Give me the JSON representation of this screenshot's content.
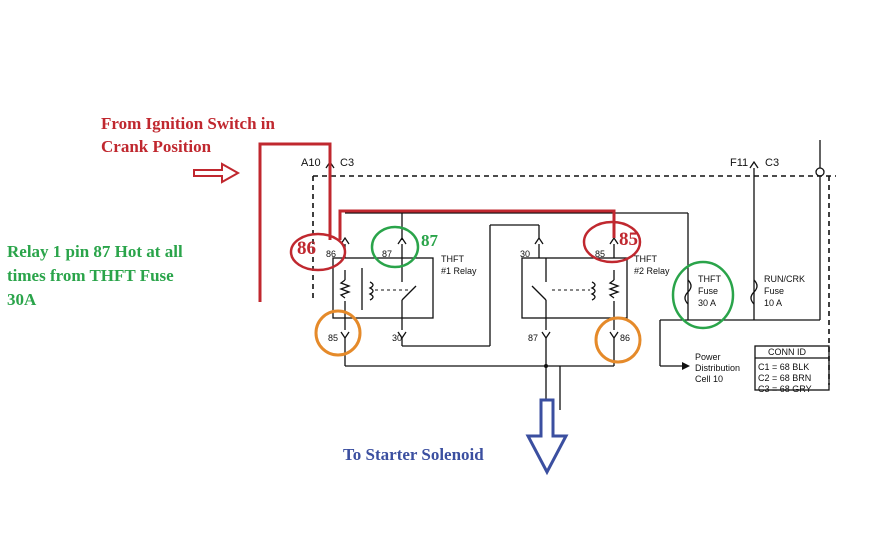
{
  "annotations": {
    "from_ignition_line1": "From Ignition Switch in",
    "from_ignition_line2": "Crank Position",
    "relay1_note_line1": "Relay 1 pin 87 Hot at all",
    "relay1_note_line2": "times from THFT Fuse",
    "relay1_note_line3": "30A",
    "to_starter": "To Starter Solenoid",
    "pin86_callout": "86",
    "pin87_callout": "87",
    "pin85_callout": "85"
  },
  "schematic": {
    "connector_a10": "A10",
    "connector_c3_left": "C3",
    "connector_f11": "F11",
    "connector_c3_right": "C3",
    "relay1_pins": {
      "p86": "86",
      "p87": "87",
      "p85": "85",
      "p30": "30"
    },
    "relay1_label_line1": "THFT",
    "relay1_label_line2": "#1 Relay",
    "relay2_pins": {
      "p30": "30",
      "p85": "85",
      "p87": "87",
      "p86": "86"
    },
    "relay2_label_line1": "THFT",
    "relay2_label_line2": "#2 Relay",
    "thft_fuse_line1": "THFT",
    "thft_fuse_line2": "Fuse",
    "thft_fuse_line3": "30 A",
    "runcrk_fuse_line1": "RUN/CRK",
    "runcrk_fuse_line2": "Fuse",
    "runcrk_fuse_line3": "10 A",
    "power_dist_line1": "Power",
    "power_dist_line2": "Distribution",
    "power_dist_line3": "Cell 10",
    "conn_id_title": "CONN ID",
    "conn_id_rows": [
      "C1 = 68 BLK",
      "C2 = 68 BRN",
      "C3 = 68 GRY"
    ]
  },
  "colors": {
    "red": "#c0282f",
    "green": "#2aa44a",
    "orange": "#e58a2a",
    "blue": "#3b4fa0"
  }
}
